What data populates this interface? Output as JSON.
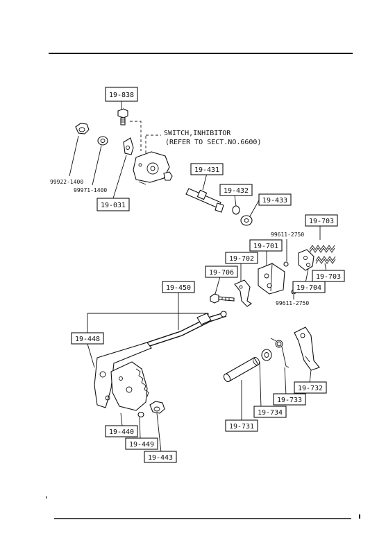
{
  "callouts": {
    "p19_838": "19-838",
    "p19_031": "19-031",
    "p19_431": "19-431",
    "p19_432": "19-432",
    "p19_433": "19-433",
    "p19_703a": "19-703",
    "p19_703b": "19-703",
    "p19_701": "19-701",
    "p19_702": "19-702",
    "p19_704": "19-704",
    "p19_706": "19-706",
    "p19_450": "19-450",
    "p19_448": "19-448",
    "p19_440": "19-440",
    "p19_449": "19-449",
    "p19_443": "19-443",
    "p19_731": "19-731",
    "p19_732": "19-732",
    "p19_733": "19-733",
    "p19_734": "19-734"
  },
  "plain_labels": {
    "n99922": "99922-1400",
    "n99971": "99971-1400",
    "n99611a": "99611-2750",
    "n99611b": "99611-2750"
  },
  "note": {
    "line1": "SWITCH,INHIBITOR",
    "line2": "(REFER TO SECT.NO.6600)"
  }
}
